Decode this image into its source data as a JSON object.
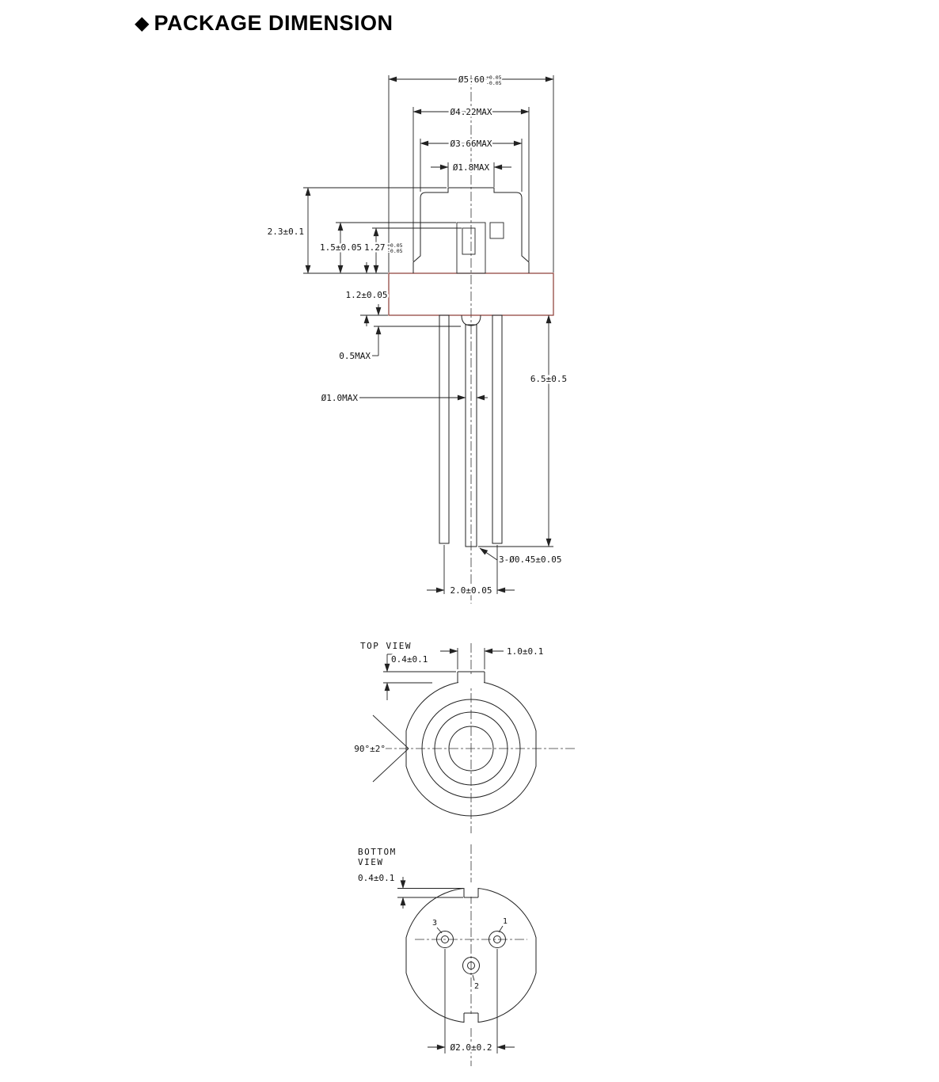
{
  "title": {
    "bullet": "◆",
    "text": "PACKAGE DIMENSION"
  },
  "side": {
    "d560": "Ø5.60",
    "d560_tp": "+0.05",
    "d560_tm": "-0.05",
    "d422": "Ø4.22MAX",
    "d366": "Ø3.66MAX",
    "d18": "Ø1.8MAX",
    "h23": "2.3±0.1",
    "h15": "1.5±0.05",
    "h127": "1.27",
    "h127_tp": "+0.05",
    "h127_tm": "-0.05",
    "t12": "1.2±0.05",
    "max05": "0.5MAX",
    "d10": "Ø1.0MAX",
    "len65": "6.5±0.5",
    "d045": "3-Ø0.45±0.05",
    "pitch20": "2.0±0.05"
  },
  "top": {
    "label": "TOP VIEW",
    "tab_w": "1.0±0.1",
    "tab_h": "0.4±0.1",
    "angle": "90°±2°"
  },
  "bottom": {
    "label1": "BOTTOM",
    "label2": "VIEW",
    "notch": "0.4±0.1",
    "pin1": "1",
    "pin2": "2",
    "pin3": "3",
    "dia": "Ø2.0±0.2"
  }
}
